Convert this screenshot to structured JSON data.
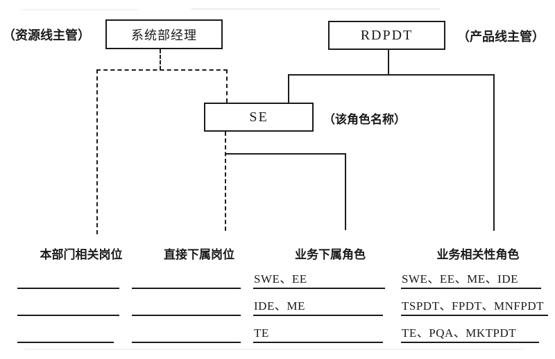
{
  "page": {
    "background": "#ffffff",
    "ink_color": "#1a1a1a",
    "type": "organization-role-diagram"
  },
  "nodes": {
    "manager": {
      "label": "系统部经理"
    },
    "rdpdt": {
      "label": "RDPDT"
    },
    "se": {
      "label": "SE"
    }
  },
  "annotations": {
    "resource_line": "（资源线主管）",
    "product_line": "（产品线主管）",
    "role_name": "（该角色名称）"
  },
  "columns": [
    {
      "header": "本部门相关岗位",
      "rows": [
        "",
        "",
        ""
      ]
    },
    {
      "header": "直接下属岗位",
      "rows": [
        "",
        "",
        ""
      ]
    },
    {
      "header": "业务下属角色",
      "rows": [
        "SWE、EE",
        "IDE、ME",
        "TE"
      ]
    },
    {
      "header": "业务相关性角色",
      "rows": [
        "SWE、EE、ME、IDE",
        "TSPDT、FPDT、MNFPDT",
        "TE、PQA、MKTPDT"
      ]
    }
  ]
}
